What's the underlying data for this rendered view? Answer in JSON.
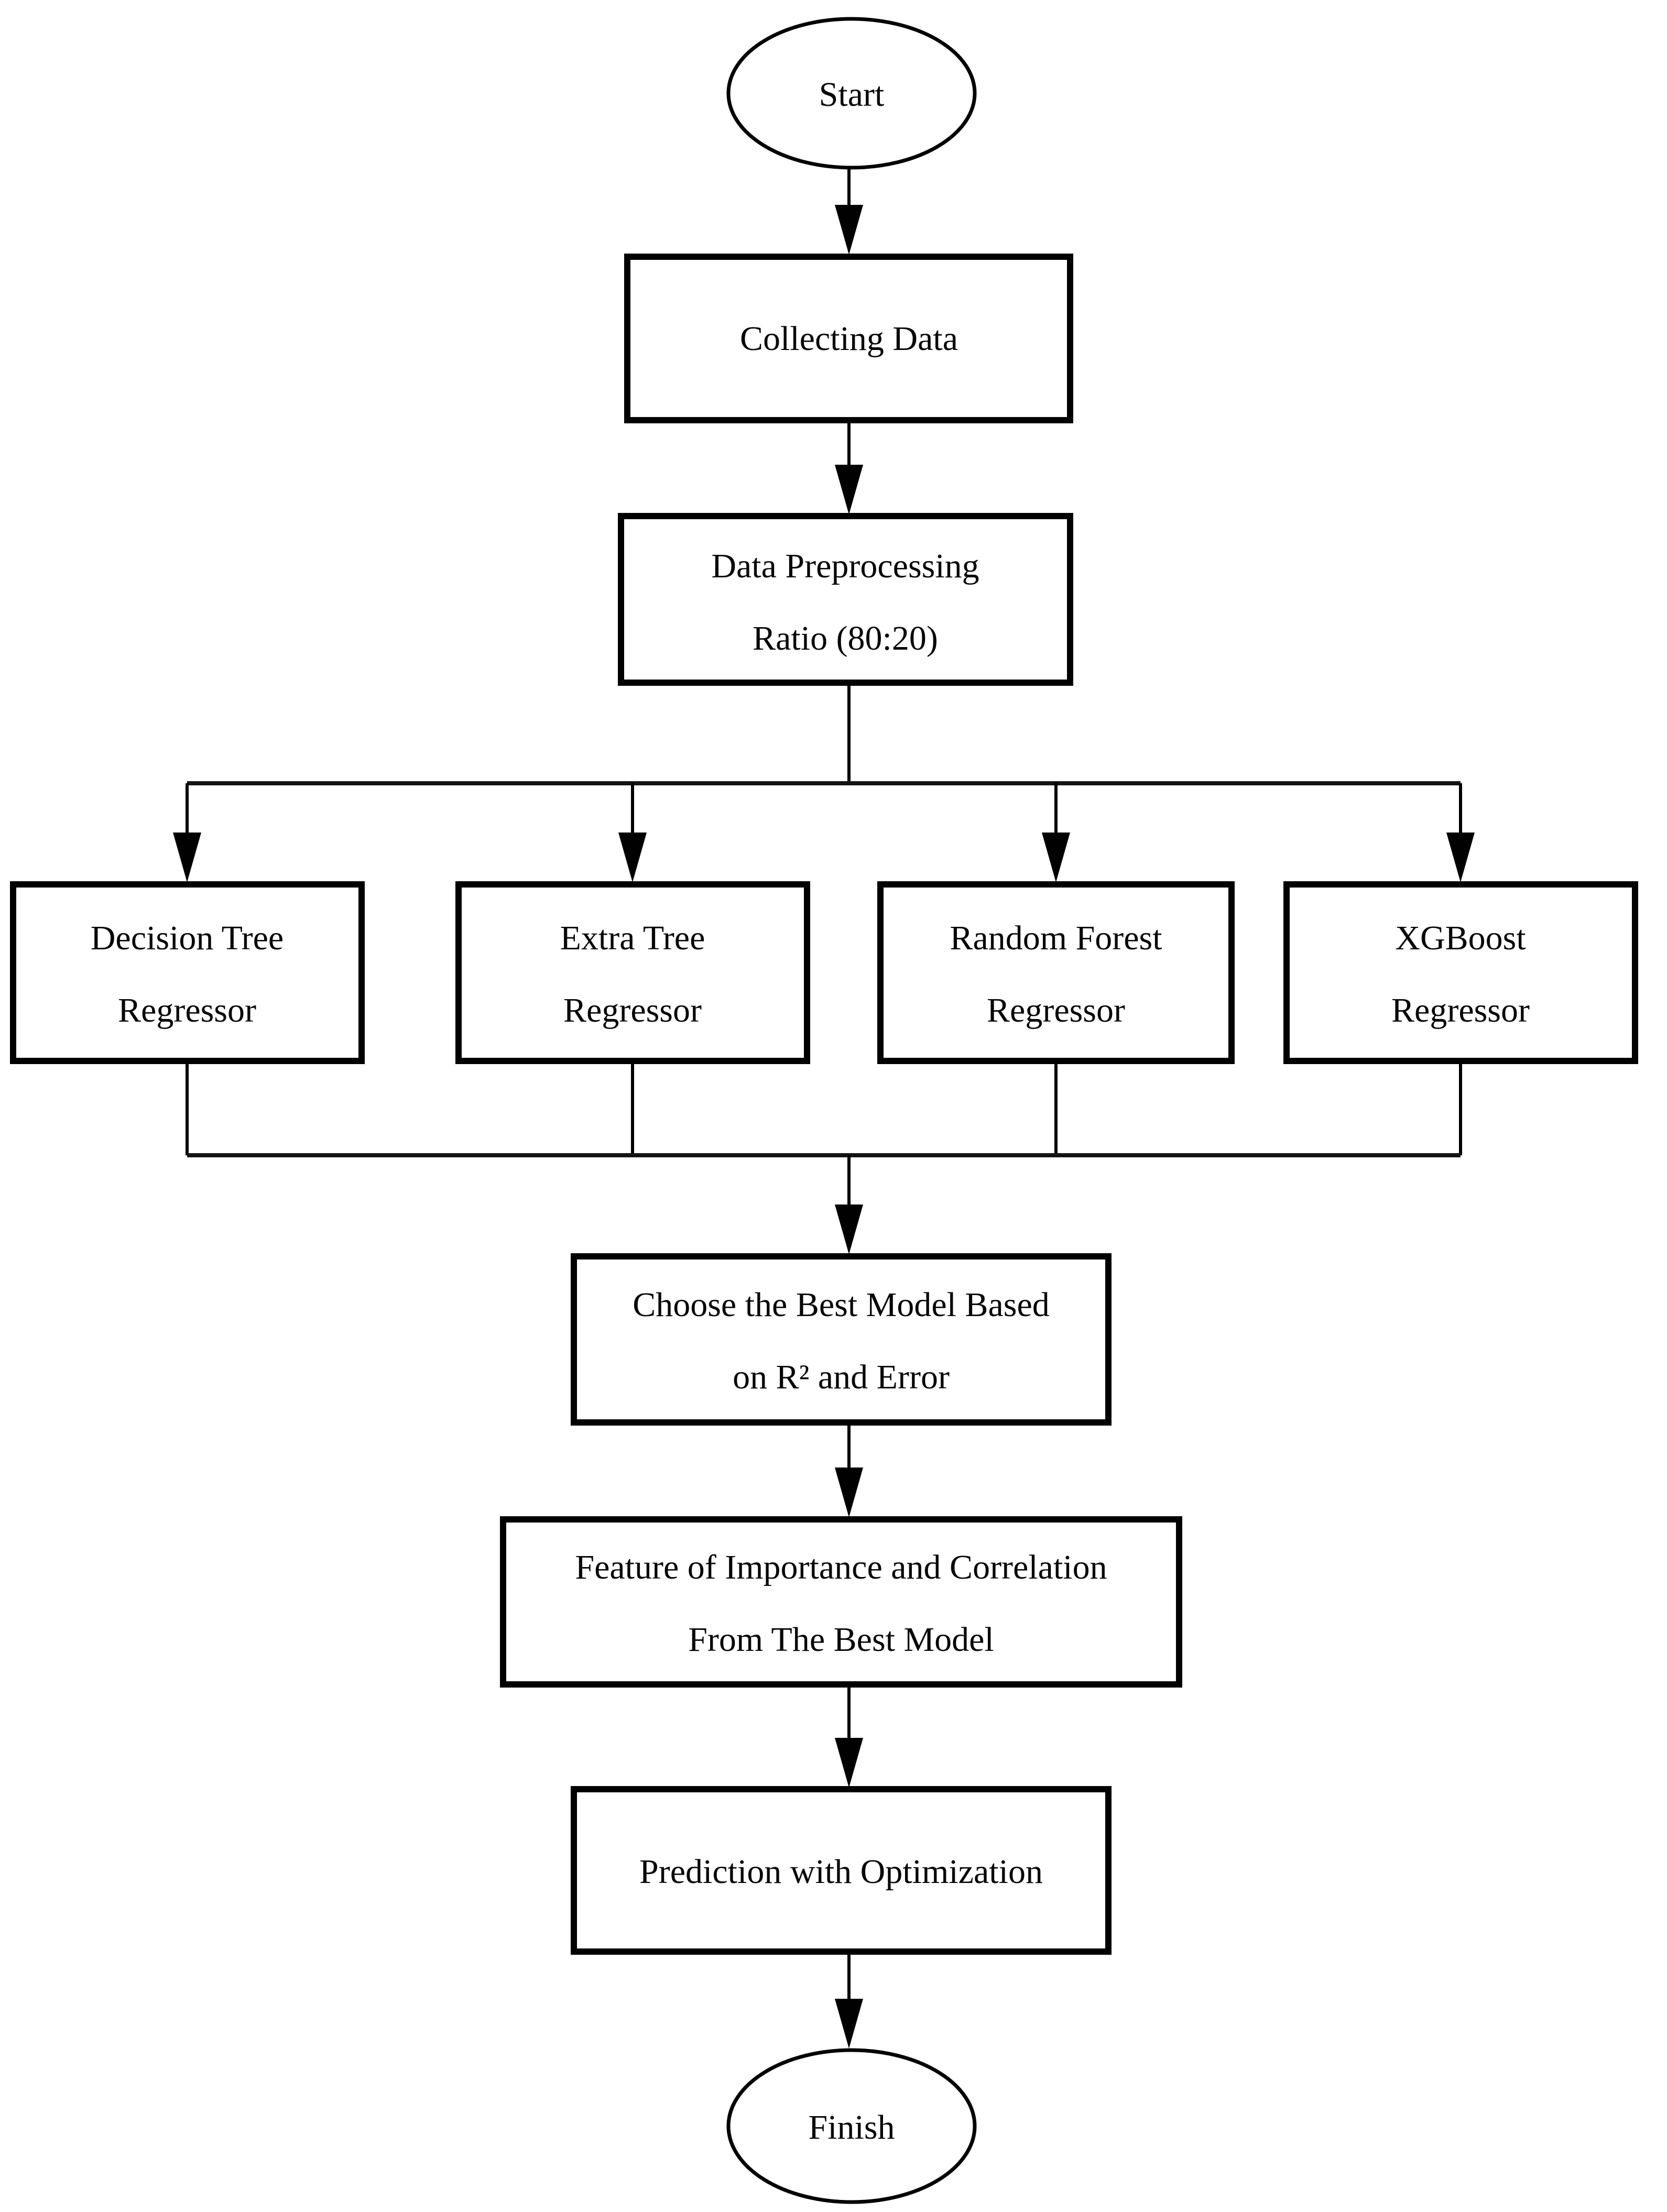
{
  "flowchart": {
    "type": "process-flow-diagram",
    "colors": {
      "stroke": "#000000",
      "background": "#ffffff",
      "text": "#000000"
    },
    "start": {
      "label": "Start"
    },
    "collecting": {
      "label": "Collecting Data"
    },
    "preprocessing": {
      "line1": "Data Preprocessing",
      "line2": "Ratio (80:20)"
    },
    "models": [
      {
        "line1": "Decision Tree",
        "line2": "Regressor"
      },
      {
        "line1": "Extra Tree",
        "line2": "Regressor"
      },
      {
        "line1": "Random Forest",
        "line2": "Regressor"
      },
      {
        "line1": "XGBoost",
        "line2": "Regressor"
      }
    ],
    "choose": {
      "line1": "Choose the Best Model  Based",
      "line2": "on R² and Error"
    },
    "feature": {
      "line1": "Feature of Importance and Correlation",
      "line2": "From The Best Model"
    },
    "prediction": {
      "label": "Prediction with Optimization"
    },
    "finish": {
      "label": "Finish"
    }
  }
}
